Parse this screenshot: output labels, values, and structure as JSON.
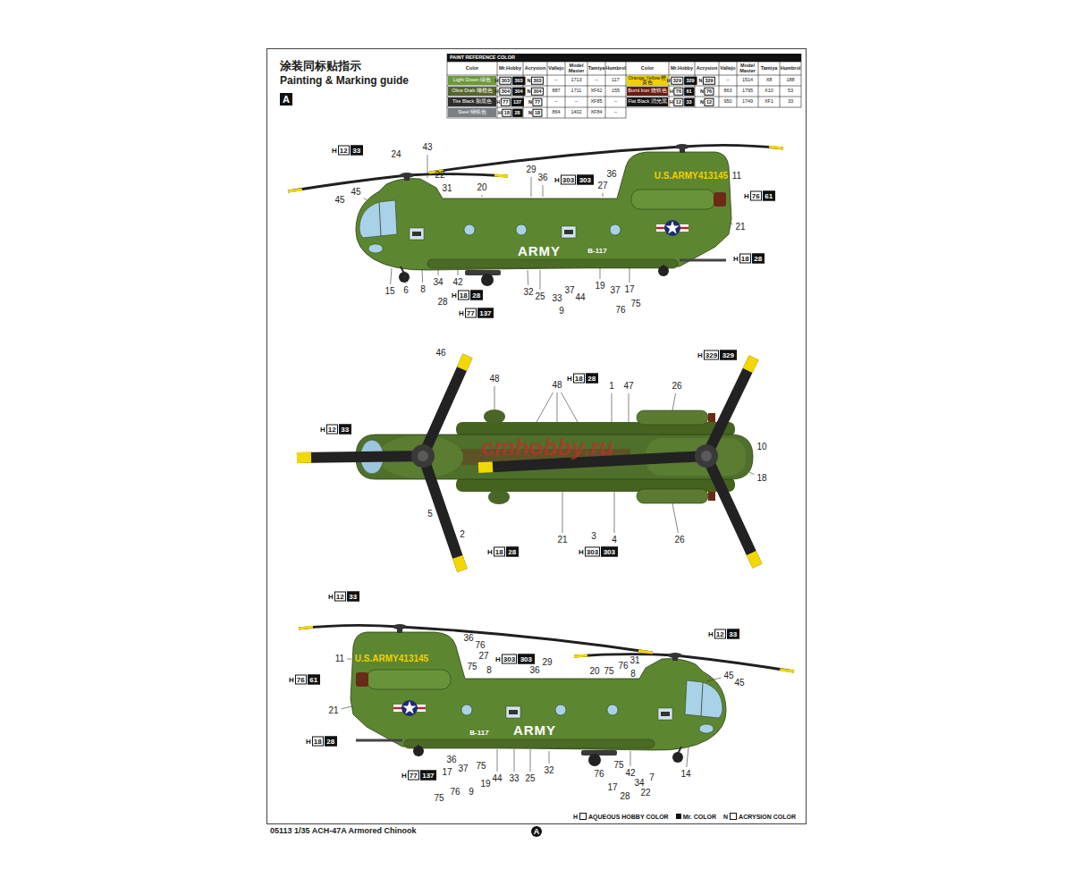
{
  "diagram": {
    "title": "Painting & Marking guide",
    "caption": "05113 1/35 ACH-47A Armored Chinook",
    "nodes": [
      {
        "text": [
          "H",
          "303",
          "303"
        ]
      },
      {
        "text": [
          "N",
          "303"
        ]
      },
      {
        "text": [
          "H",
          "329",
          "329"
        ]
      },
      {
        "text": [
          "N",
          "329"
        ]
      },
      {
        "text": [
          "H",
          "304",
          "304"
        ]
      },
      {
        "text": [
          "N",
          "304"
        ]
      },
      {
        "text": [
          "H",
          "76",
          "61"
        ]
      },
      {
        "text": [
          "N",
          "76"
        ]
      },
      {
        "text": [
          "H",
          "77",
          "137"
        ]
      },
      {
        "text": [
          "N",
          "77"
        ]
      },
      {
        "text": [
          "H",
          "12",
          "33"
        ]
      },
      {
        "text": [
          "N",
          "12"
        ]
      },
      {
        "text": [
          "H",
          "18",
          "28"
        ]
      },
      {
        "text": [
          "N",
          "18"
        ]
      },
      {
        "text": [
          "H",
          "12",
          "33"
        ]
      },
      {
        "text": [
          "H",
          "303",
          "303"
        ]
      },
      {
        "text": [
          "H",
          "76",
          "61"
        ]
      },
      {
        "text": [
          "H",
          "18",
          "28"
        ]
      },
      {
        "text": [
          "H",
          "18",
          "28"
        ]
      },
      {
        "text": [
          "H",
          "77",
          "137"
        ]
      },
      {
        "text": [
          "H",
          "329",
          "329"
        ]
      },
      {
        "text": [
          "H",
          "18",
          "28"
        ]
      },
      {
        "text": [
          "H",
          "12",
          "33"
        ]
      },
      {
        "text": [
          "H",
          "18",
          "28"
        ]
      },
      {
        "text": [
          "H",
          "303",
          "303"
        ]
      },
      {
        "text": [
          "H",
          "12",
          "33"
        ]
      },
      {
        "text": [
          "H",
          "12",
          "33"
        ]
      },
      {
        "text": [
          "H",
          "303",
          "303"
        ]
      },
      {
        "text": [
          "H",
          "76",
          "61"
        ]
      },
      {
        "text": [
          "H",
          "18",
          "28"
        ]
      },
      {
        "text": [
          "H",
          "77",
          "137"
        ]
      }
    ],
    "labels": [
      "涂装同标贴指示",
      "A",
      "PAINT REFERENCE COLOR",
      "Color",
      "Mr.Hobby",
      "Acrysion",
      "Vallejo",
      "Model Master",
      "Tamiya",
      "Humbrol",
      "Color",
      "Mr.Hobby",
      "Acrysion",
      "Vallejo",
      "Model Master",
      "Tamiya",
      "Humbrol",
      "–",
      "1713",
      "–",
      "117",
      "–",
      "1514",
      "X8",
      "188",
      "887",
      "1711",
      "XF62",
      "155",
      "863",
      "1795",
      "X10",
      "53",
      "–",
      "–",
      "XF85",
      "–",
      "950",
      "1749",
      "XF1",
      "33",
      "864",
      "1402",
      "XF84",
      "–",
      "U.S.ARMY413145",
      "ARMY",
      "B-117",
      "43",
      "24",
      "45",
      "45",
      "22",
      "31",
      "20",
      "29",
      "36",
      "36",
      "27",
      "11",
      "21",
      "15",
      "6",
      "8",
      "34",
      "42",
      "28",
      "32",
      "25",
      "33",
      "37",
      "44",
      "9",
      "19",
      "37",
      "17",
      "76",
      "75",
      "46",
      "48",
      "48",
      "1",
      "47",
      "26",
      "10",
      "18",
      "5",
      "2",
      "21",
      "3",
      "4",
      "26",
      "U.S.ARMY413145",
      "ARMY",
      "B-117",
      "11",
      "36",
      "76",
      "27",
      "75",
      "8",
      "36",
      "29",
      "20",
      "75",
      "76",
      "31",
      "8",
      "45",
      "45",
      "21",
      "36",
      "37",
      "75",
      "17",
      "75",
      "76",
      "9",
      "19",
      "44",
      "33",
      "25",
      "32",
      "76",
      "75",
      "17",
      "28",
      "42",
      "34",
      "22",
      "7",
      "14",
      "cmhobby.ru",
      "H",
      "N",
      "A"
    ],
    "legend": [
      {
        "text": "Light Green 绿色",
        "color": "#6c9a3c"
      },
      {
        "text": "Olive Drab 橄榄色",
        "color": "#55652c"
      },
      {
        "text": "Tire Black 胎黑色",
        "color": "#2e2e2e"
      },
      {
        "text": "Steel 钢铁色",
        "color": "#7b7f83"
      },
      {
        "text": "Orange Yellow 橙黄色",
        "color": "#f3d000"
      },
      {
        "text": "Burnt Iron 烧铁色",
        "color": "#6a1c10"
      },
      {
        "text": "Flat Black 消光黑",
        "color": "#141414"
      },
      {
        "text": "AQUEOUS HOBBY COLOR"
      },
      {
        "text": "Mr. COLOR"
      },
      {
        "text": "ACRYSION COLOR"
      }
    ]
  }
}
